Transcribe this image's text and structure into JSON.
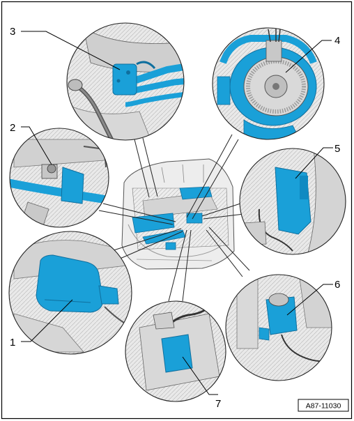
{
  "figure": {
    "reference_code": "A87-11030",
    "callouts": [
      "1",
      "2",
      "3",
      "4",
      "5",
      "6",
      "7"
    ]
  },
  "colors": {
    "component_blue": "#1aa0d8",
    "component_blue_dark": "#0f6f9e",
    "part_grey": "#d6d6d6",
    "line_dark": "#2a2a2a"
  }
}
